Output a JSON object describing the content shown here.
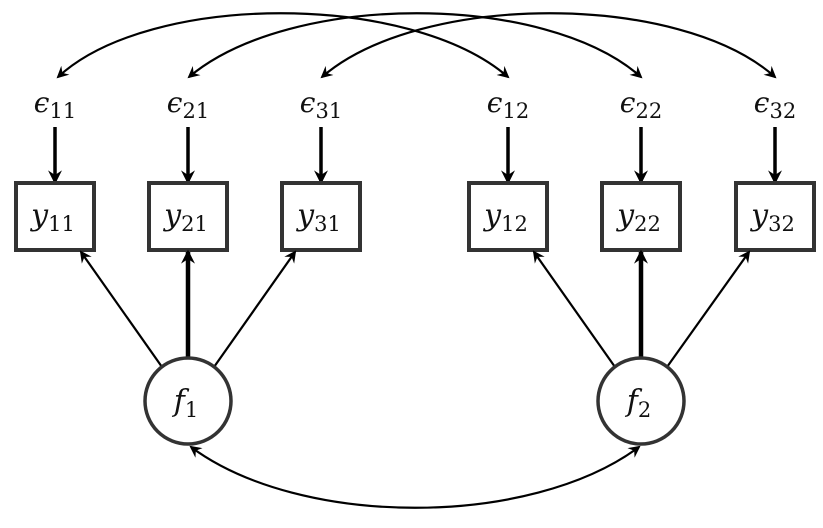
{
  "diagram": {
    "type": "structural equation model path diagram",
    "factors": [
      {
        "id": "f1",
        "symbol": "f",
        "subscript": "1"
      },
      {
        "id": "f2",
        "symbol": "f",
        "subscript": "2"
      }
    ],
    "indicators": [
      {
        "id": "y11",
        "symbol": "y",
        "subscript": "11",
        "factor": "f1",
        "error": "e11"
      },
      {
        "id": "y21",
        "symbol": "y",
        "subscript": "21",
        "factor": "f1",
        "error": "e21"
      },
      {
        "id": "y31",
        "symbol": "y",
        "subscript": "31",
        "factor": "f1",
        "error": "e31"
      },
      {
        "id": "y12",
        "symbol": "y",
        "subscript": "12",
        "factor": "f2",
        "error": "e12"
      },
      {
        "id": "y22",
        "symbol": "y",
        "subscript": "22",
        "factor": "f2",
        "error": "e22"
      },
      {
        "id": "y32",
        "symbol": "y",
        "subscript": "32",
        "factor": "f2",
        "error": "e32"
      }
    ],
    "errors": [
      {
        "id": "e11",
        "symbol": "ϵ",
        "subscript": "11"
      },
      {
        "id": "e21",
        "symbol": "ϵ",
        "subscript": "21"
      },
      {
        "id": "e31",
        "symbol": "ϵ",
        "subscript": "31"
      },
      {
        "id": "e12",
        "symbol": "ϵ",
        "subscript": "12"
      },
      {
        "id": "e22",
        "symbol": "ϵ",
        "subscript": "22"
      },
      {
        "id": "e32",
        "symbol": "ϵ",
        "subscript": "32"
      }
    ],
    "loadings": [
      {
        "from": "f1",
        "to": "y11",
        "emphasis": "normal"
      },
      {
        "from": "f1",
        "to": "y21",
        "emphasis": "thick"
      },
      {
        "from": "f1",
        "to": "y31",
        "emphasis": "normal"
      },
      {
        "from": "f2",
        "to": "y12",
        "emphasis": "normal"
      },
      {
        "from": "f2",
        "to": "y22",
        "emphasis": "thick"
      },
      {
        "from": "f2",
        "to": "y32",
        "emphasis": "normal"
      }
    ],
    "error_paths": [
      {
        "from": "e11",
        "to": "y11"
      },
      {
        "from": "e21",
        "to": "y21"
      },
      {
        "from": "e31",
        "to": "y31"
      },
      {
        "from": "e12",
        "to": "y12"
      },
      {
        "from": "e22",
        "to": "y22"
      },
      {
        "from": "e32",
        "to": "y32"
      }
    ],
    "error_covariances": [
      {
        "a": "e11",
        "b": "e12"
      },
      {
        "a": "e21",
        "b": "e22"
      },
      {
        "a": "e31",
        "b": "e32"
      }
    ],
    "factor_covariances": [
      {
        "a": "f1",
        "b": "f2"
      }
    ]
  }
}
